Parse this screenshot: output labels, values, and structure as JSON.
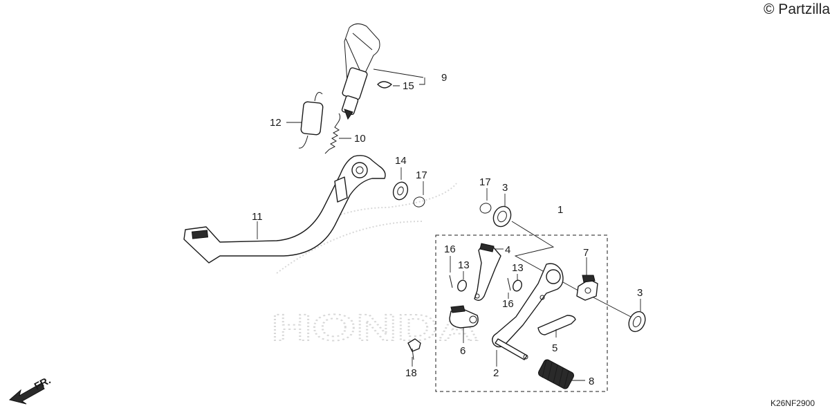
{
  "watermark": "© Partzilla",
  "diagram_code": "K26NF2900",
  "direction_label": "FR.",
  "callouts": {
    "p1": "1",
    "p2": "2",
    "p3a": "3",
    "p3b": "3",
    "p4": "4",
    "p5": "5",
    "p6": "6",
    "p7": "7",
    "p8": "8",
    "p9": "9",
    "p10": "10",
    "p11": "11",
    "p12": "12",
    "p13a": "13",
    "p13b": "13",
    "p14": "14",
    "p15": "15",
    "p16a": "16",
    "p16b": "16",
    "p17a": "17",
    "p17b": "17",
    "p18": "18"
  }
}
